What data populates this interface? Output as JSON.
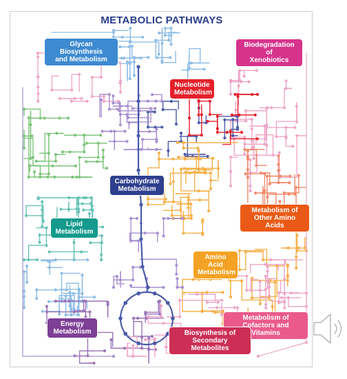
{
  "title": "METABOLIC PATHWAYS",
  "colors": {
    "title": "#2c3e8c",
    "glycan": "#3d8ad1",
    "xenobiotics": "#d6338c",
    "nucleotide": "#e5202a",
    "carbohydrate": "#2f3f8f",
    "lipid": "#139a8c",
    "amino_other": "#ea5a16",
    "amino_acid": "#f4a223",
    "cofactors": "#ea5a8a",
    "energy": "#7e3f96",
    "secondary": "#cc2e55"
  },
  "labels": {
    "glycan": {
      "line1": "Glycan Biosynthesis",
      "line2": "and Metabolism"
    },
    "xenobiotics": {
      "line1": "Biodegradation of",
      "line2": "Xenobiotics"
    },
    "nucleotide": {
      "line1": "Nucleotide",
      "line2": "Metabolism"
    },
    "carbohydrate": {
      "line1": "Carbohydrate",
      "line2": "Metabolism"
    },
    "lipid": {
      "line1": "Lipid",
      "line2": "Metabolism"
    },
    "amino_other": {
      "line1": "Metabolism of",
      "line2": "Other Amino Acids"
    },
    "amino_acid": {
      "line1": "Amino Acid",
      "line2": "Metabolism"
    },
    "cofactors": {
      "line1": "Metabolism of",
      "line2": "Cofactors and Vitamins"
    },
    "energy": {
      "line1": "Energy",
      "line2": "Metabolism"
    },
    "secondary": {
      "line1": "Biosynthesis of",
      "line2": "Secondary Metabolites"
    }
  },
  "icons": {
    "audio": "speaker-icon"
  }
}
